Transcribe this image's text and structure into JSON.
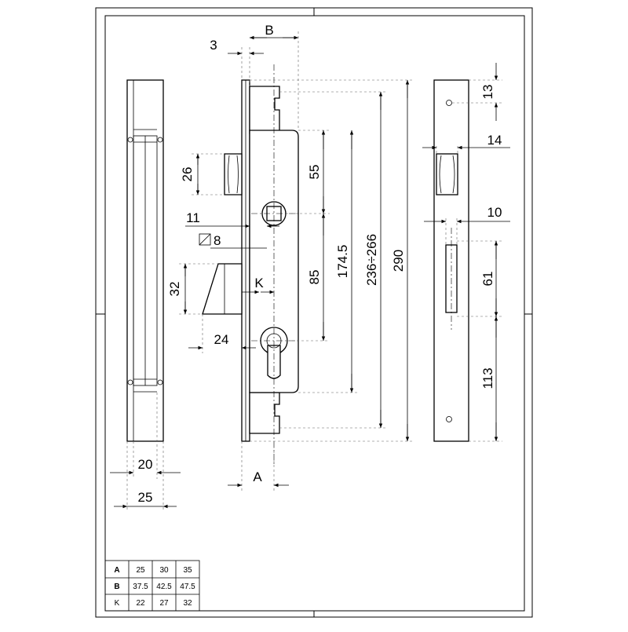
{
  "dimensions": {
    "left_view": {
      "width_inner": "20",
      "width_outer": "25"
    },
    "front_view": {
      "offset": "3",
      "backset_b": "B",
      "backset_a": "A",
      "latch_height": "26",
      "square_offset": "11",
      "square_size": "8",
      "bolt_height": "32",
      "bolt_depth": "24",
      "cylinder_k": "K",
      "dist_55": "55",
      "dist_85": "85",
      "dist_174_5": "174.5",
      "dist_236_266": "236÷266",
      "dist_290": "290"
    },
    "right_view": {
      "top_hole": "13",
      "latch_gap": "14",
      "bolt_width": "10",
      "bolt_height": "61",
      "bottom": "113"
    }
  },
  "table": {
    "rows": [
      {
        "label": "A",
        "values": [
          "25",
          "30",
          "35"
        ]
      },
      {
        "label": "B",
        "values": [
          "37.5",
          "42.5",
          "47.5"
        ]
      },
      {
        "label": "K",
        "values": [
          "22",
          "27",
          "32"
        ]
      }
    ]
  }
}
